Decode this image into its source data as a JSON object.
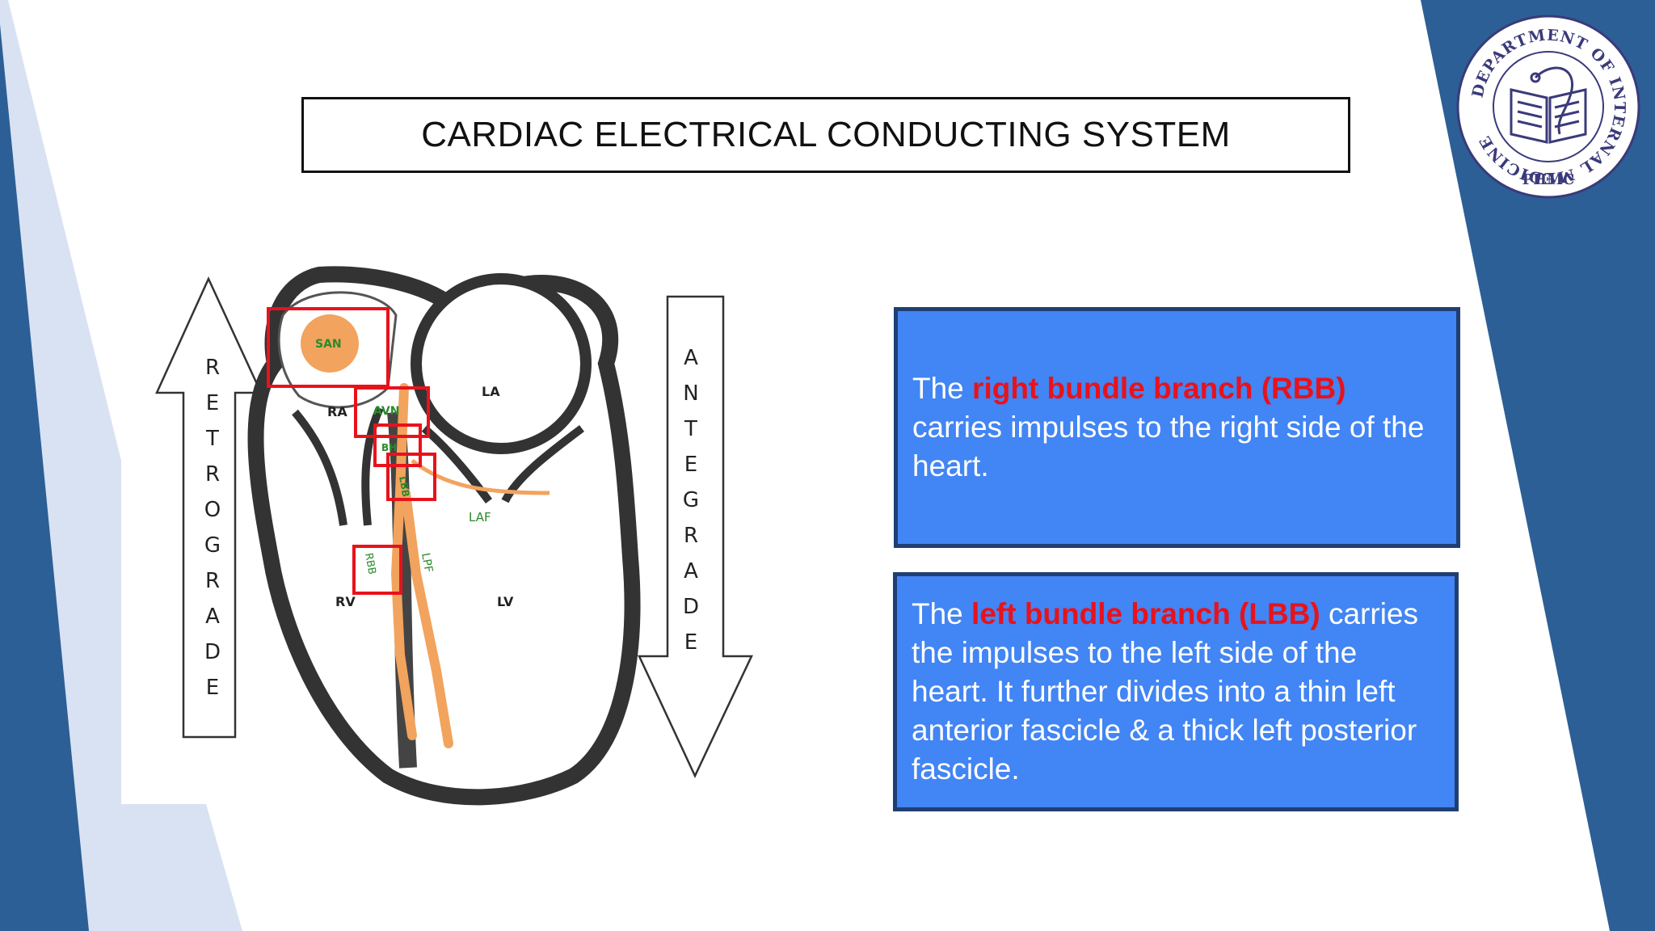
{
  "slide": {
    "title": "CARDIAC ELECTRICAL CONDUCTING SYSTEM",
    "colors": {
      "dark_blue": "#2c5f95",
      "light_blue": "#d9e2f3",
      "box_blue": "#4285f4",
      "box_border": "#1f3f73",
      "highlight_red": "#e8121b",
      "conduction_orange": "#f2a35e"
    }
  },
  "diagram": {
    "retrograde_letters": [
      "R",
      "E",
      "T",
      "R",
      "O",
      "G",
      "R",
      "A",
      "D",
      "E"
    ],
    "antegrade_letters": [
      "A",
      "N",
      "T",
      "E",
      "G",
      "R",
      "A",
      "D",
      "E"
    ],
    "chamber_labels": {
      "ra": "RA",
      "la": "LA",
      "rv": "RV",
      "lv": "LV"
    },
    "conduction_labels": {
      "san": "SAN",
      "avn": "AVN",
      "bh": "BH",
      "lbb": "LBB",
      "rbb": "RBB",
      "laf": "LAF",
      "lpf": "LPF"
    }
  },
  "rbb_box": {
    "prefix": "The ",
    "highlight": "right bundle branch (RBB)",
    "text": "carries impulses to the right side of the heart."
  },
  "lbb_box": {
    "prefix": "The ",
    "highlight": "left bundle branch (LBB)",
    "text": "carries the impulses to the left side of the heart. It further divides into a thin left anterior fascicle & a thick left posterior fascicle."
  },
  "seal": {
    "ring_text": "DEPARTMENT OF INTERNAL MEDICINE",
    "bottom_text": "PHMC",
    "icon": "open-book-stethoscope-icon"
  }
}
